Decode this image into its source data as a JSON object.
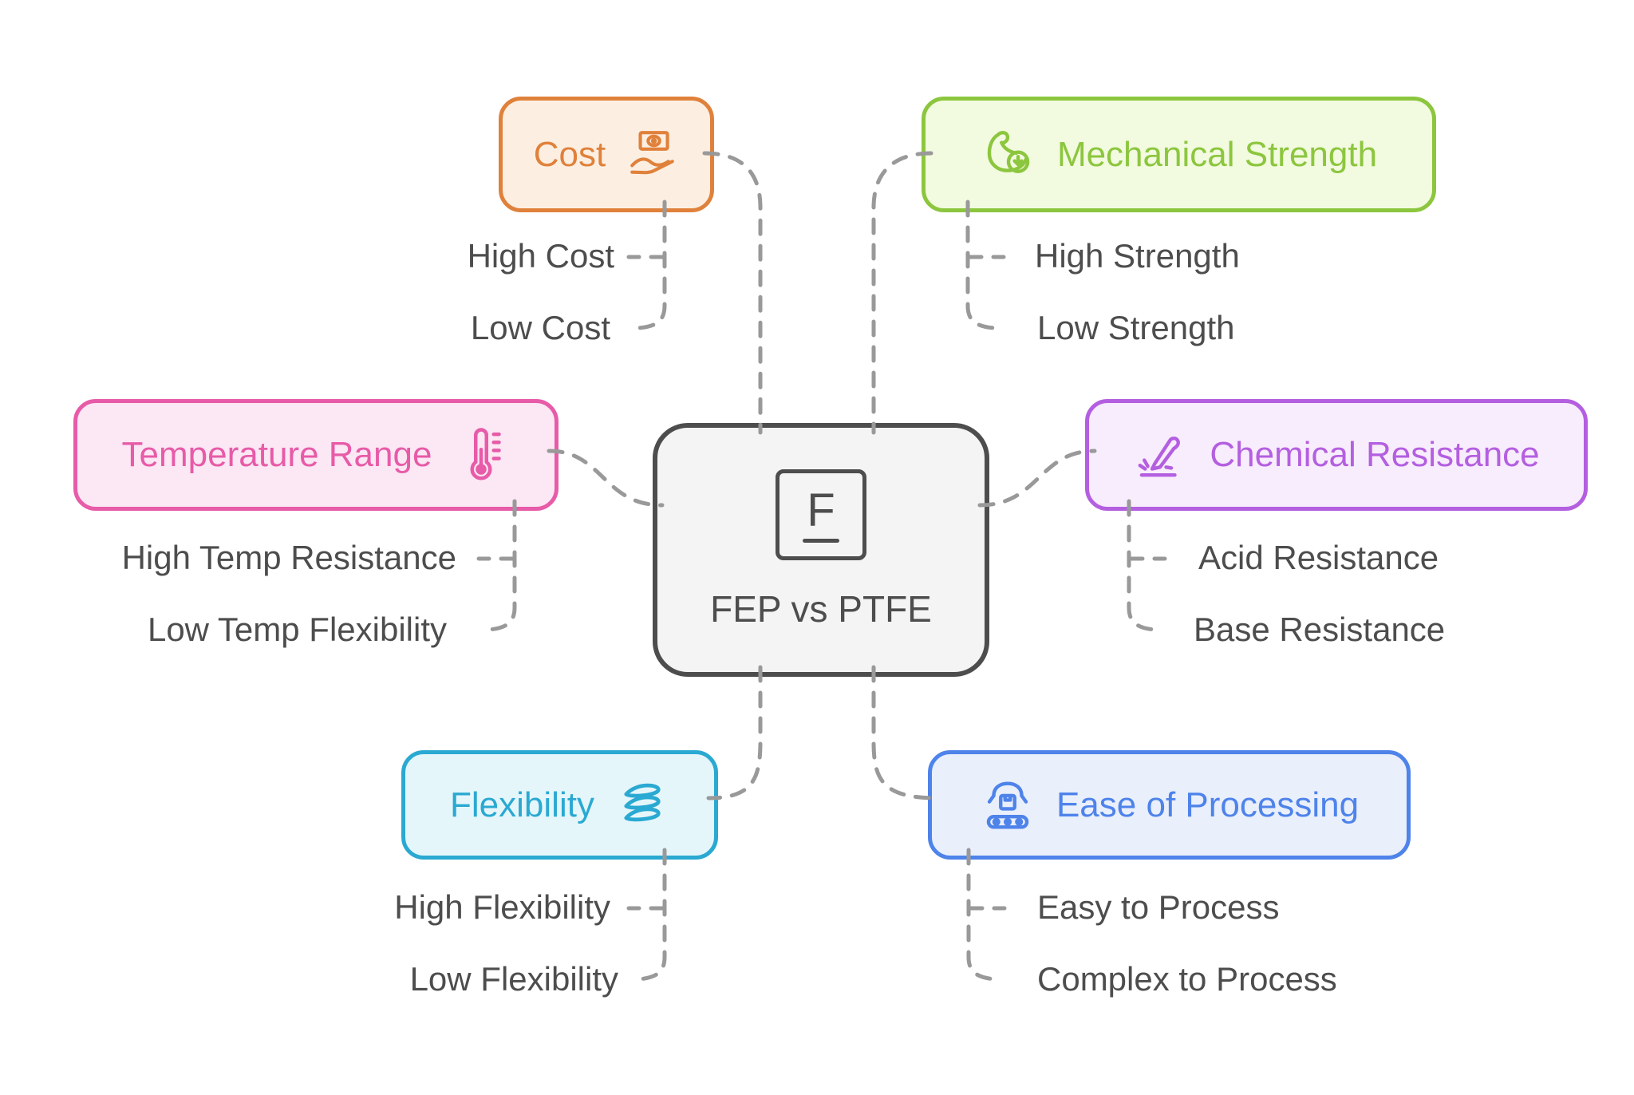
{
  "diagram_type": "mindmap",
  "background_color": "#FFFFFF",
  "connector_color": "#999999",
  "text_color": "#4D4D4D",
  "center": {
    "label": "FEP vs PTFE",
    "symbol": "F",
    "icon": "fluorine-element-tile-icon",
    "border_color": "#4D4D4D",
    "fill_color": "#F4F4F4"
  },
  "branches": [
    {
      "id": "cost",
      "label": "Cost",
      "icon": "money-hand-icon",
      "icon_side": "right",
      "color": "#E0813B",
      "fill": "#FCEFE2",
      "children": [
        "High Cost",
        "Low Cost"
      ]
    },
    {
      "id": "mechanical-strength",
      "label": "Mechanical Strength",
      "icon": "muscle-strength-icon",
      "icon_side": "left",
      "color": "#8CC63E",
      "fill": "#F2FADF",
      "children": [
        "High Strength",
        "Low Strength"
      ]
    },
    {
      "id": "temperature-range",
      "label": "Temperature Range",
      "icon": "thermometer-icon",
      "icon_side": "right",
      "color": "#E75BA8",
      "fill": "#FCE7F4",
      "children": [
        "High Temp Resistance",
        "Low Temp Flexibility"
      ]
    },
    {
      "id": "chemical-resistance",
      "label": "Chemical Resistance",
      "icon": "acid-test-icon",
      "icon_side": "left",
      "color": "#B45FE0",
      "fill": "#F8EDFD",
      "children": [
        "Acid Resistance",
        "Base Resistance"
      ]
    },
    {
      "id": "flexibility",
      "label": "Flexibility",
      "icon": "spring-coil-icon",
      "icon_side": "right",
      "color": "#2AA9D2",
      "fill": "#E5F6FB",
      "children": [
        "High Flexibility",
        "Low Flexibility"
      ]
    },
    {
      "id": "ease-of-processing",
      "label": "Ease of Processing",
      "icon": "conveyor-robot-icon",
      "icon_side": "left",
      "color": "#4E83EA",
      "fill": "#E9EFFB",
      "children": [
        "Easy to Process",
        "Complex to Process"
      ]
    }
  ]
}
